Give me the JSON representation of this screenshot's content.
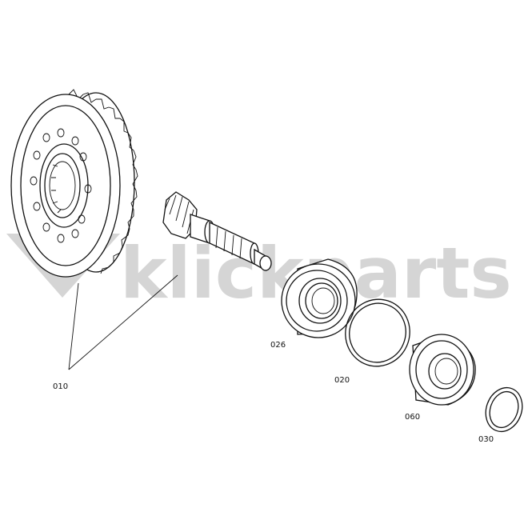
{
  "watermark": {
    "text": "klickparts"
  },
  "callouts": [
    {
      "id": "010",
      "label": "010"
    },
    {
      "id": "026",
      "label": "026"
    },
    {
      "id": "020",
      "label": "020"
    },
    {
      "id": "060",
      "label": "060"
    },
    {
      "id": "030",
      "label": "030"
    }
  ]
}
